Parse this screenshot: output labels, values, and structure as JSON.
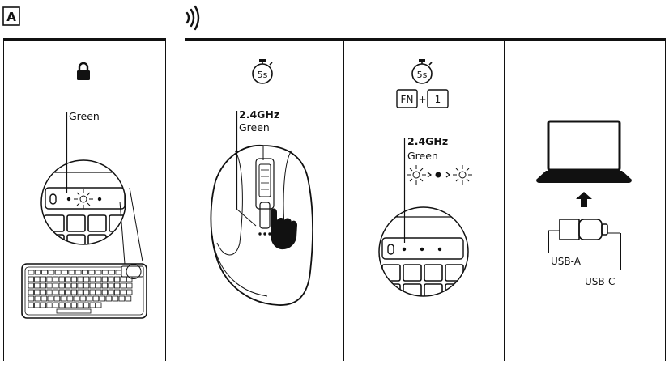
{
  "section_label": "A",
  "panel1": {
    "led_label": "Green"
  },
  "panel2": {
    "timer_label": "5s",
    "led_label_title": "2.4GHz",
    "led_label_color": "Green"
  },
  "panel3": {
    "timer_label": "5s",
    "key_fn": "FN",
    "plus": "+",
    "key_1": "1",
    "led_label_title": "2.4GHz",
    "led_label_color": "Green"
  },
  "panel4": {
    "usb_a_label": "USB-A",
    "usb_c_label": "USB-C"
  },
  "icons": {
    "wireless": "wireless-signal-icon",
    "lock": "padlock-icon",
    "timer": "stopwatch-icon",
    "laptop": "laptop-icon",
    "arrow": "arrow-up-icon",
    "adapter": "usb-adapter-icon"
  }
}
